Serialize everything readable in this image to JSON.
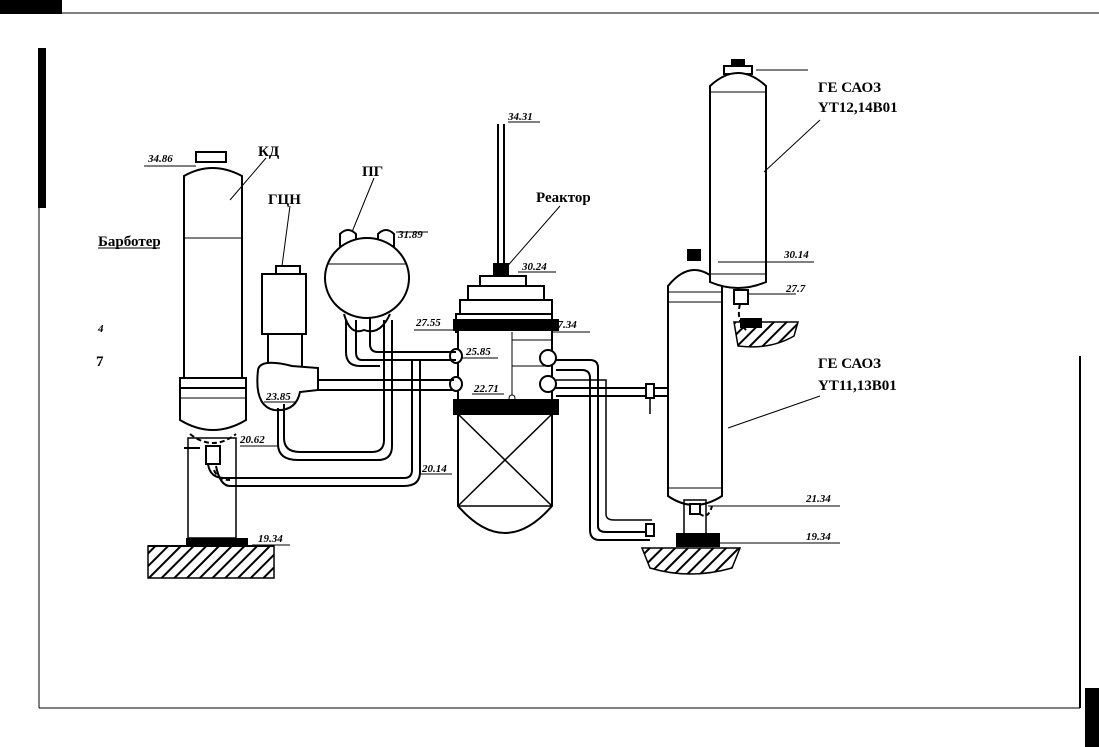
{
  "labels": {
    "kd": "КД",
    "gcn": "ГЦН",
    "pg": "ПГ",
    "reactor": "Реактор",
    "barboter": "Барботер",
    "ge_top_line1": "ГЕ САОЗ",
    "ge_top_line2": "YT12,14B01",
    "ge_bot_line1": "ГЕ САОЗ",
    "ge_bot_line2": "YT11,13B01",
    "frag_a": "4",
    "frag_b": "7"
  },
  "elevations": {
    "kd_top": "34.86",
    "rod_top": "34.31",
    "pg_top": "31.89",
    "reactor_head": "30.24",
    "ge_top_bottom": "30.14",
    "ge_top_outlet": "27.7",
    "reactor_flange_left": "27.55",
    "reactor_flange_right": "27.34",
    "hot_leg": "25.85",
    "gcn": "23.85",
    "cold_leg": "22.71",
    "loop_bottom": "20.62",
    "surge_line": "20.14",
    "ge_bot_outlet": "21.34",
    "kd_base": "19.34",
    "ge_base": "19.34"
  },
  "colors": {
    "ink": "#000000",
    "background": "#ffffff"
  }
}
